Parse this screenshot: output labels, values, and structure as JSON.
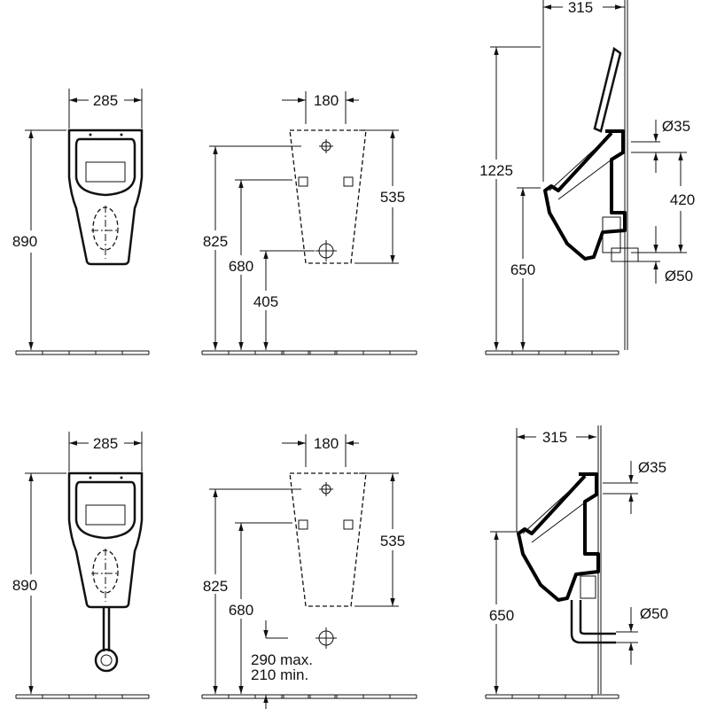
{
  "views": {
    "top_front": {
      "width": "285",
      "height": "890"
    },
    "top_wall": {
      "width": "180",
      "total": "825",
      "mid": "680",
      "outlet": "405",
      "span": "535"
    },
    "top_side": {
      "depth": "315",
      "height": "1225",
      "rim": "650",
      "inlet_dia": "Ø35",
      "spacing": "420",
      "outlet_dia": "Ø50"
    },
    "bottom_front": {
      "width": "285",
      "height": "890"
    },
    "bottom_wall": {
      "width": "180",
      "total": "825",
      "mid": "680",
      "span": "535",
      "max": "290 max.",
      "min": "210 min."
    },
    "bottom_side": {
      "depth": "315",
      "rim": "650",
      "inlet_dia": "Ø35",
      "outlet_dia": "Ø50"
    }
  }
}
